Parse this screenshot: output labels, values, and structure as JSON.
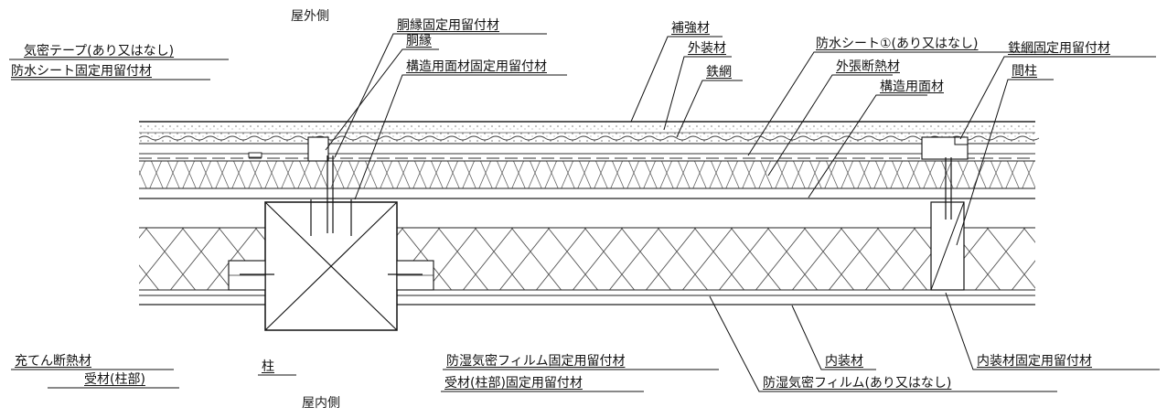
{
  "sides": {
    "exterior": "屋外側",
    "interior": "屋内側"
  },
  "labels": {
    "doen_kotei": "胴縁固定用留付材",
    "hokyozai": "補強材",
    "bosui_sheet1": "防水シート①(あり又はなし)",
    "kimitsu_tape": "気密テープ(あり又はなし)",
    "gaisozai": "外装材",
    "sotobari": "外張断熱材",
    "tetsumo_kotei": "鉄網固定用留付材",
    "bosui_kotei": "防水シート固定用留付材",
    "doen": "胴縁",
    "kozo_menzai_kotei": "構造用面材固定用留付材",
    "tetsumo": "鉄網",
    "kozo_menzai": "構造用面材",
    "mabashira": "間柱",
    "juten": "充てん断熱材",
    "ukezai": "受材(柱部)",
    "hashira": "柱",
    "boshitsu_film_kotei": "防湿気密フィルム固定用留付材",
    "ukezai_kotei": "受材(柱部)固定用留付材",
    "naisozai": "内装材",
    "naisozai_kotei": "内装材固定用留付材",
    "boshitsu_film": "防湿気密フィルム(あり又はなし)"
  }
}
